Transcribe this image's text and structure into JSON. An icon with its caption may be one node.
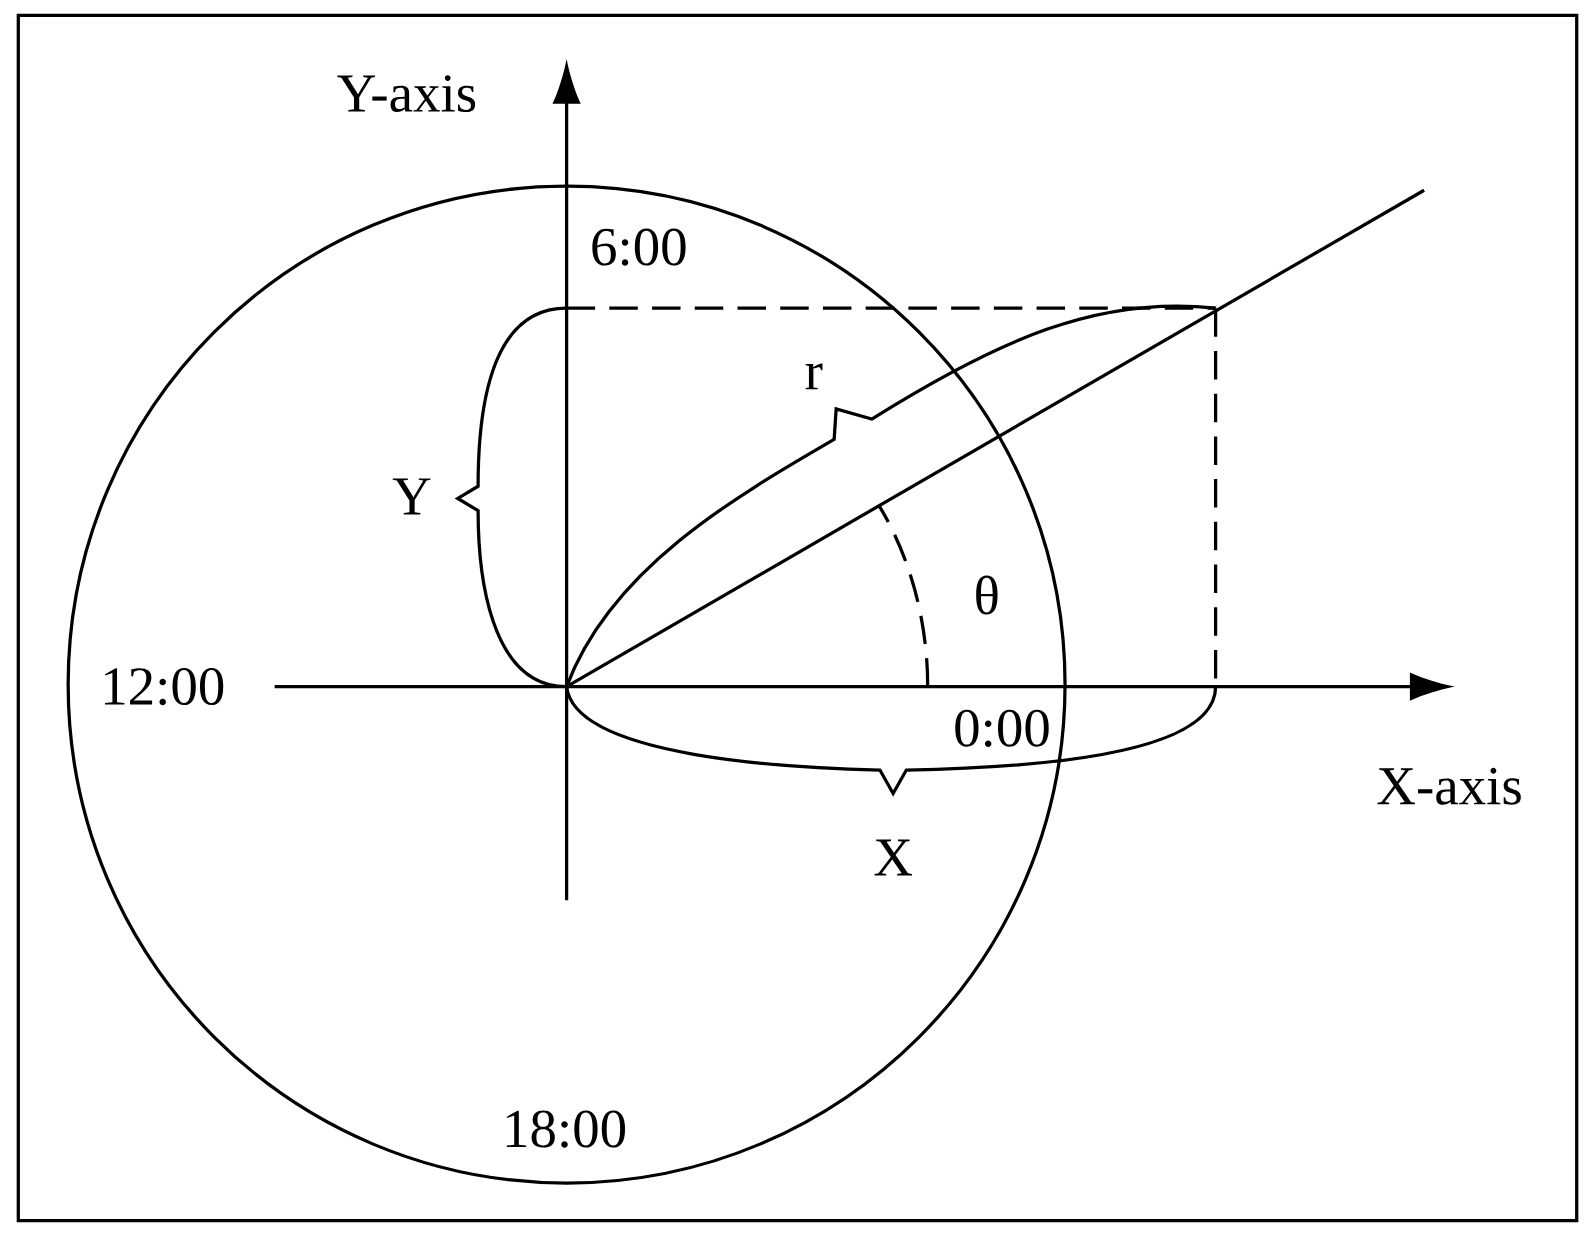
{
  "diagram": {
    "labels": [
      "Y-axis",
      "6:00",
      "r",
      "Y",
      "θ",
      "12:00",
      "0:00",
      "X-axis",
      "X",
      "18:00"
    ]
  }
}
